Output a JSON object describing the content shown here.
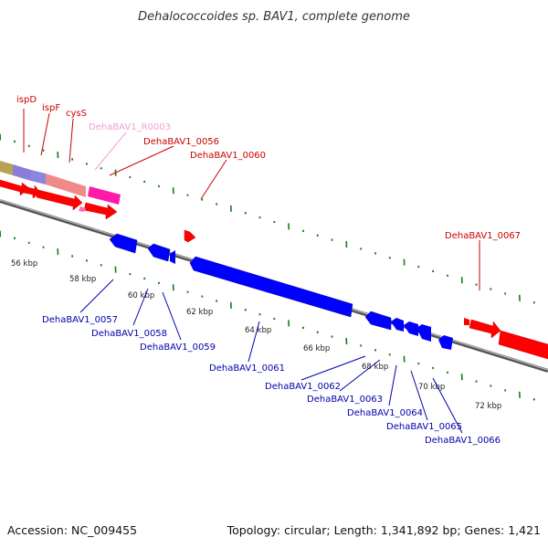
{
  "title": "Dehalococcoides sp. BAV1, complete genome",
  "footer": {
    "accession": "Accession: NC_009455",
    "summary": "Topology: circular; Length: 1,341,892 bp; Genes: 1,421"
  },
  "colors": {
    "forward_gene": "#ff0000",
    "reverse_gene": "#0000ff",
    "rna_gene": "#ff69b4",
    "forward_label": "#cc0000",
    "reverse_label": "#0000aa",
    "rna_label": "#ee88cc",
    "tick": "#1a7a1a",
    "backbone": "#888888"
  },
  "scale_labels": [
    "56 kbp",
    "58 kbp",
    "60 kbp",
    "62 kbp",
    "64 kbp",
    "66 kbp",
    "68 kbp",
    "70 kbp",
    "72 kbp"
  ],
  "forward_labels": [
    "ispD",
    "ispF",
    "cysS",
    "DehaBAV1_R0003",
    "DehaBAV1_0056",
    "DehaBAV1_0060",
    "DehaBAV1_0067"
  ],
  "reverse_labels": [
    "DehaBAV1_0057",
    "DehaBAV1_0058",
    "DehaBAV1_0059",
    "DehaBAV1_0061",
    "DehaBAV1_0062",
    "DehaBAV1_0063",
    "DehaBAV1_0064",
    "DehaBAV1_0065",
    "DehaBAV1_0066"
  ]
}
